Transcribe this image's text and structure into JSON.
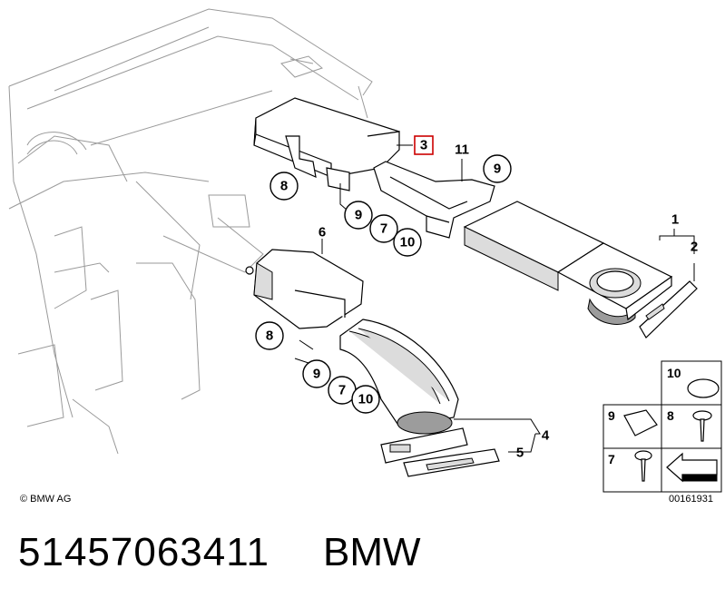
{
  "diagram": {
    "copyright": "© BMW AG",
    "drawing_number": "00161931",
    "callouts": {
      "c1": "1",
      "c2": "2",
      "c3": "3",
      "c4": "4",
      "c5": "5",
      "c6": "6",
      "c8a": "8",
      "c8b": "8",
      "c9a": "9",
      "c9b": "9",
      "c9c": "9",
      "c7a": "7",
      "c7b": "7",
      "c10a": "10",
      "c10b": "10",
      "c11": "11"
    },
    "legend": {
      "l10": "10",
      "l9": "9",
      "l8": "8",
      "l7": "7"
    },
    "highlight_color": "#cc0000"
  },
  "caption": {
    "part_number": "51457063411",
    "brand": "BMW"
  }
}
